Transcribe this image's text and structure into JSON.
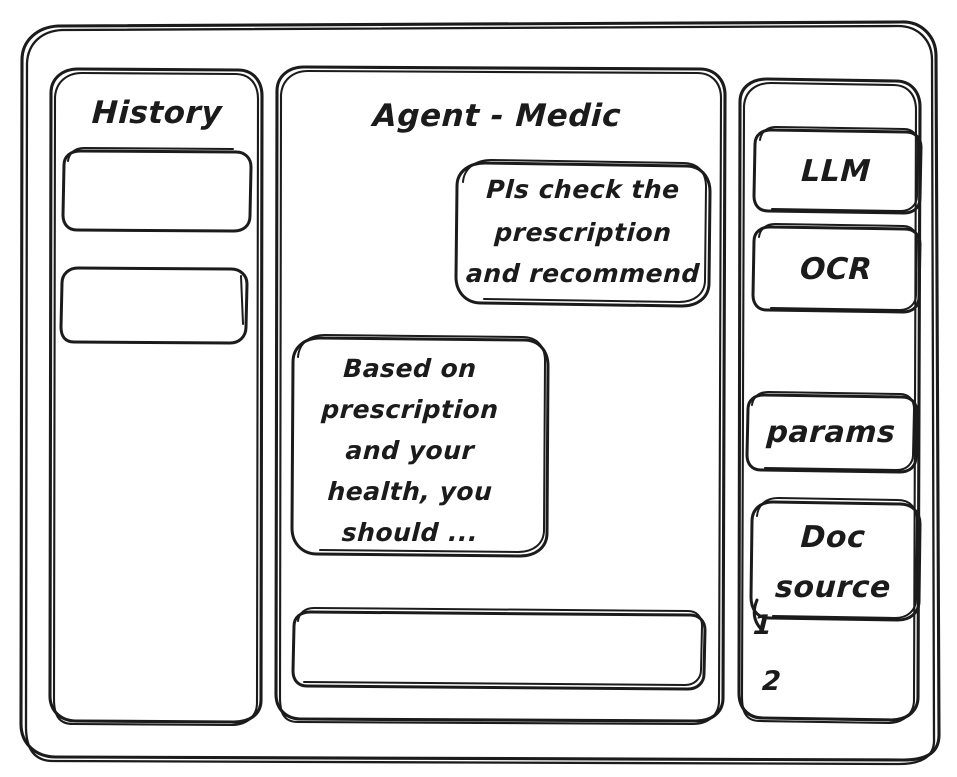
{
  "window": {
    "title": "Agent - Medic wireframe"
  },
  "colors": {
    "stroke": "#1b1b1b",
    "background": "#ffffff",
    "panel_fill": "#ffffff"
  },
  "sidebar_left": {
    "title": "History",
    "items": [
      {
        "label": ""
      },
      {
        "label": ""
      }
    ]
  },
  "main": {
    "title": "Agent - Medic",
    "messages": [
      {
        "role": "user",
        "align": "right",
        "lines": [
          "Pls check the",
          "prescription",
          "and recommend"
        ]
      },
      {
        "role": "assistant",
        "align": "left",
        "lines": [
          "Based on",
          "prescription",
          "and your",
          "health, you",
          "should ..."
        ]
      }
    ],
    "composer": {
      "value": "",
      "placeholder": ""
    }
  },
  "sidebar_right": {
    "cards": [
      {
        "lines": [
          "LLM"
        ]
      },
      {
        "lines": [
          "OCR"
        ]
      },
      {
        "lines": [
          "params"
        ]
      },
      {
        "lines": [
          "Doc",
          "source"
        ]
      }
    ],
    "source_list": [
      {
        "label": "1"
      },
      {
        "label": "2"
      }
    ]
  }
}
